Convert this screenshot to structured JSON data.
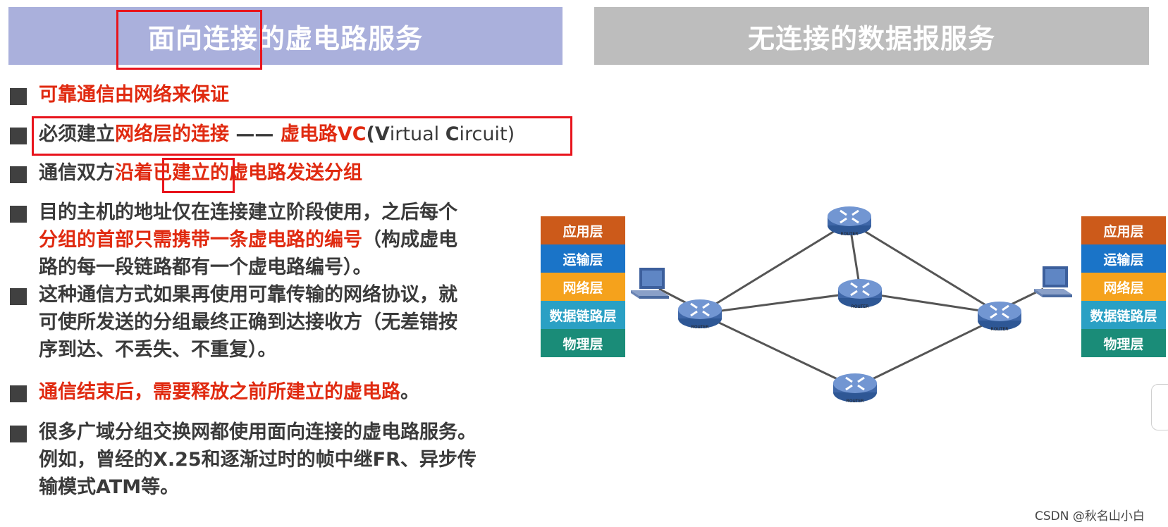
{
  "left_header": {
    "title": "面向连接的虚电路服务"
  },
  "right_header": {
    "title": "无连接的数据报服务"
  },
  "bullets": [
    {
      "line1_red": "可靠通信由网络来保证"
    },
    {
      "line1_a": "必须建立",
      "line1_b": "网络层的连接",
      "line1_c": " —— ",
      "line1_d": "虚电路VC",
      "line1_e": "(",
      "line1_f": "V",
      "line1_g": "irtual ",
      "line1_h": "C",
      "line1_i": "ircuit)"
    },
    {
      "line1_a": "通信双方",
      "line1_b": "沿着",
      "line1_c": "已建立",
      "line1_d": "的虚电路发送分组"
    },
    {
      "line1": "目的主机的地址仅在连接建立阶段使用，之后每个",
      "line2_red": "分组的首部只需携带一条虚电路的编号",
      "line2_dark": "（构成虚电",
      "line3": "路的每一段链路都有一个虚电路编号）。"
    },
    {
      "line1": "这种通信方式如果再使用可靠传输的网络协议，就",
      "line2": "可使所发送的分组最终正确到达接收方（无差错按",
      "line3": "序到达、不丢失、不重复）。"
    },
    {
      "line1_red": "通信结束后，需要释放之前所建立的虚电路",
      "line1_dark": "。"
    },
    {
      "line1": "很多广域分组交换网都使用面向连接的虚电路服务。",
      "line2": "例如，曾经的X.25和逐渐过时的帧中继FR、异步传",
      "line3": "输模式ATM等。"
    }
  ],
  "stack_left": {
    "layers": [
      {
        "label": "应用层",
        "color": "#cc5a1a"
      },
      {
        "label": "运输层",
        "color": "#1a74c8"
      },
      {
        "label": "网络层",
        "color": "#f5a21c"
      },
      {
        "label": "数据链路层",
        "color": "#2aa0c4"
      },
      {
        "label": "物理层",
        "color": "#1a8c78"
      }
    ]
  },
  "stack_right": {
    "layers": [
      {
        "label": "应用层",
        "color": "#cc5a1a"
      },
      {
        "label": "运输层",
        "color": "#1a74c8"
      },
      {
        "label": "网络层",
        "color": "#f5a21c"
      },
      {
        "label": "数据链路层",
        "color": "#2aa0c4"
      },
      {
        "label": "物理层",
        "color": "#1a8c78"
      }
    ]
  },
  "routers": {
    "label": "ROUTER"
  },
  "colors": {
    "router_body": "#3f67a8",
    "router_top": "#6f93cf",
    "link": "#555555",
    "highlight": "#e8141c"
  },
  "watermark": "CSDN @秋名山小白"
}
